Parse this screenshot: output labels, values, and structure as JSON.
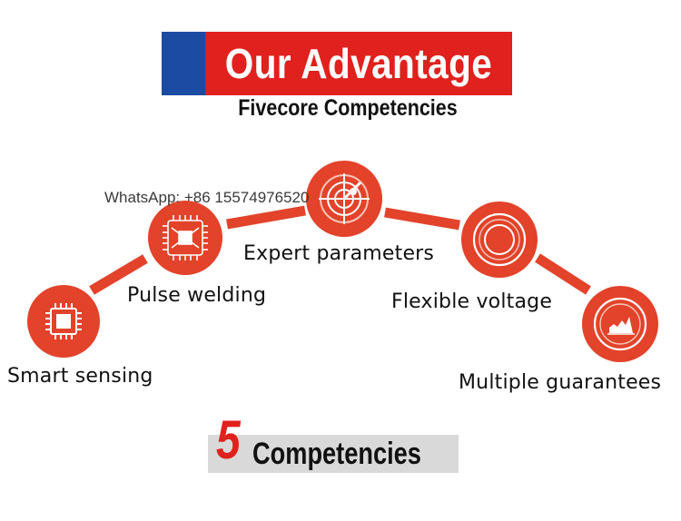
{
  "header": {
    "title": "Our Advantage",
    "subtitle": "Fivecore Competencies"
  },
  "watermark": "WhatsApp: +86 15574976520",
  "competencies": [
    {
      "label": "Smart sensing",
      "icon": "chip-icon"
    },
    {
      "label": "Pulse welding",
      "icon": "processor-icon"
    },
    {
      "label": "Expert parameters",
      "icon": "radar-icon"
    },
    {
      "label": "Flexible voltage",
      "icon": "concentric-circles-icon"
    },
    {
      "label": "Multiple guarantees",
      "icon": "chart-icon"
    }
  ],
  "footer": {
    "number": "5",
    "text": "Competencies"
  },
  "colors": {
    "accent_red": "#e0211d",
    "node_orange": "#e2432a",
    "banner_blue": "#1c4ba3",
    "footer_gray": "#d9d9d9"
  }
}
